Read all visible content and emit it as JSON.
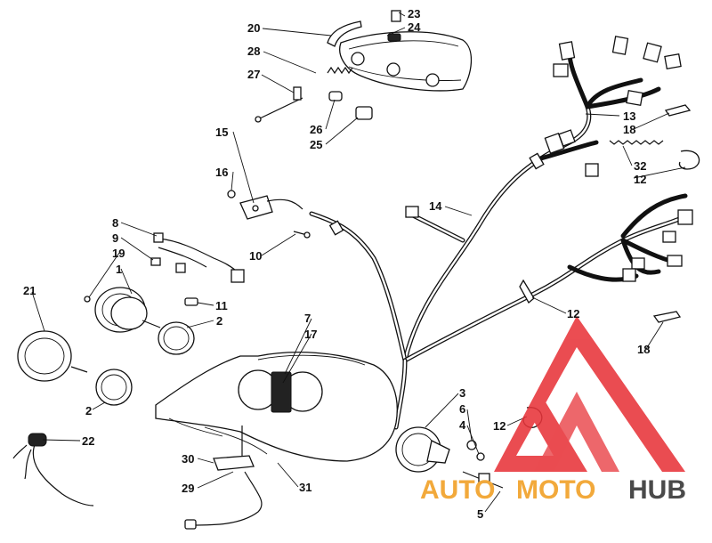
{
  "diagram": {
    "callouts": [
      {
        "id": "c20",
        "text": "20"
      },
      {
        "id": "c23",
        "text": "23"
      },
      {
        "id": "c24",
        "text": "24"
      },
      {
        "id": "c28",
        "text": "28"
      },
      {
        "id": "c27",
        "text": "27"
      },
      {
        "id": "c26",
        "text": "26"
      },
      {
        "id": "c25",
        "text": "25"
      },
      {
        "id": "c13",
        "text": "13"
      },
      {
        "id": "c18a",
        "text": "18"
      },
      {
        "id": "c32",
        "text": "32"
      },
      {
        "id": "c12a",
        "text": "12"
      },
      {
        "id": "c15",
        "text": "15"
      },
      {
        "id": "c16",
        "text": "16"
      },
      {
        "id": "c14",
        "text": "14"
      },
      {
        "id": "c8",
        "text": "8"
      },
      {
        "id": "c9",
        "text": "9"
      },
      {
        "id": "c19",
        "text": "19"
      },
      {
        "id": "c1",
        "text": "1"
      },
      {
        "id": "c10",
        "text": "10"
      },
      {
        "id": "c11",
        "text": "11"
      },
      {
        "id": "c21",
        "text": "21"
      },
      {
        "id": "c2a",
        "text": "2"
      },
      {
        "id": "c7",
        "text": "7"
      },
      {
        "id": "c17",
        "text": "17"
      },
      {
        "id": "c12b",
        "text": "12"
      },
      {
        "id": "c18b",
        "text": "18"
      },
      {
        "id": "c2b",
        "text": "2"
      },
      {
        "id": "c3",
        "text": "3"
      },
      {
        "id": "c6",
        "text": "6"
      },
      {
        "id": "c4",
        "text": "4"
      },
      {
        "id": "c12c",
        "text": "12"
      },
      {
        "id": "c22",
        "text": "22"
      },
      {
        "id": "c30",
        "text": "30"
      },
      {
        "id": "c29",
        "text": "29"
      },
      {
        "id": "c31",
        "text": "31"
      },
      {
        "id": "c5",
        "text": "5"
      }
    ]
  },
  "watermark": {
    "word_auto": "AUTO",
    "word_moto": "MOTO",
    "word_hub": "HUB",
    "colors": {
      "red": "#e8343a",
      "orange": "#f2a93b",
      "gray": "#4a4a4a"
    }
  }
}
